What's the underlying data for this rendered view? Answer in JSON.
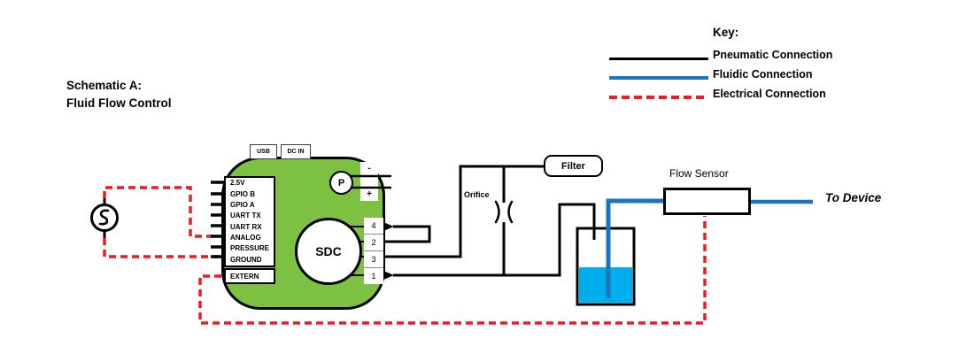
{
  "title": {
    "line1": "Schematic A:",
    "line2": "Fluid Flow Control"
  },
  "key": {
    "heading": "Key:",
    "items": [
      {
        "label": "Pneumatic Connection",
        "color": "#000000",
        "style": "solid"
      },
      {
        "label": "Fluidic Connection",
        "color": "#1B75BC",
        "style": "solid"
      },
      {
        "label": "Electrical Connection",
        "color": "#EC1C24",
        "style": "dashed"
      }
    ]
  },
  "board": {
    "color": "#7DC142",
    "top_connectors": {
      "usb": "USB",
      "dcin": "DC IN"
    },
    "pins": [
      "2.5V",
      "GPIO B",
      "GPIO A",
      "UART TX",
      "UART RX",
      "ANALOG",
      "PRESSURE",
      "GROUND"
    ],
    "extern_label": "EXTERN",
    "pump_label": "P",
    "pump_ports": [
      "-",
      "+"
    ],
    "controller_label": "SDC",
    "ports": [
      "4",
      "2",
      "3",
      "1"
    ]
  },
  "components": {
    "filter_label": "Filter",
    "orifice_label": "Orifice",
    "flow_sensor_label": "Flow Sensor",
    "to_device_label": "To Device"
  },
  "colors": {
    "board_green": "#7DC142",
    "fluid_line": "#1B75BC",
    "liquid": "#00AEEF",
    "electrical_red": "#EC1C24"
  }
}
